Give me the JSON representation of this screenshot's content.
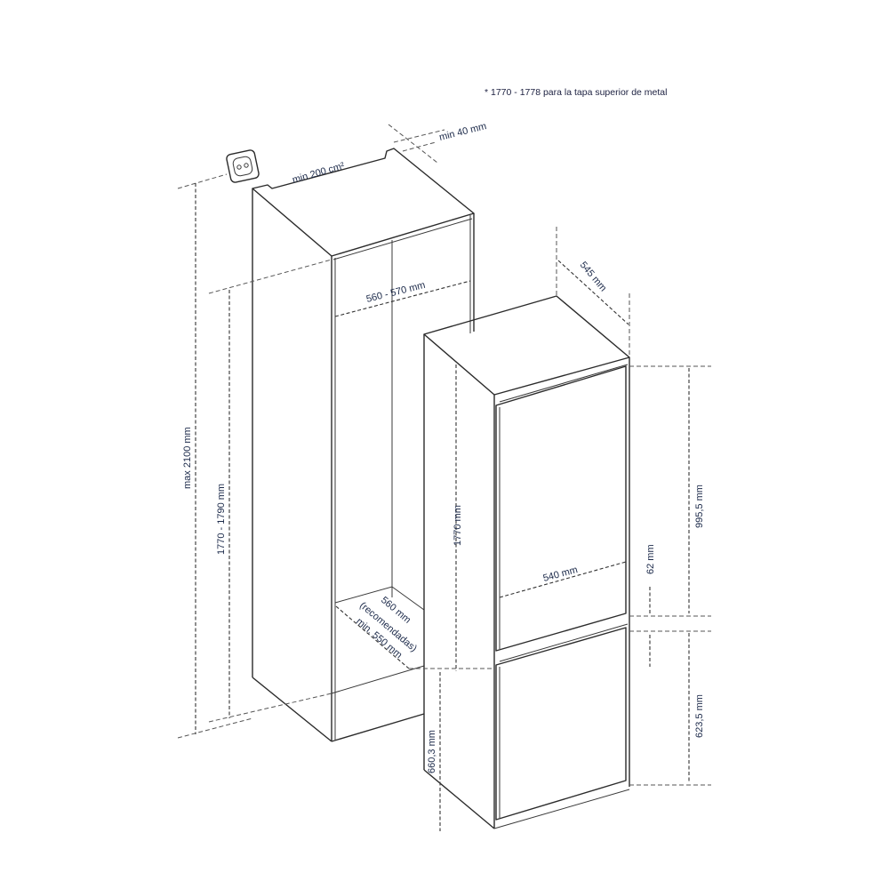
{
  "note": {
    "text": "* 1770 - 1778 para la tapa superior de metal"
  },
  "cabinet": {
    "labels": {
      "ventilation": "min 200 cm²",
      "top_gap": "min 40 mm",
      "inner_width": "560 - 570 mm",
      "max_height": "max 2100 mm",
      "niche_height": "1770 - 1790 mm",
      "niche_depth_line1": "560 mm",
      "niche_depth_line2": "(recomendadas)",
      "niche_depth_line3": "min. 550 mm"
    },
    "socket_icon": "power-socket-icon"
  },
  "appliance": {
    "labels": {
      "depth": "545 mm",
      "height": "1770 mm",
      "width": "540 mm",
      "upper_door": "995,5 mm",
      "gap": "62 mm",
      "lower_door": "623,5 mm",
      "lower_hinge": "660,3 mm"
    }
  },
  "colors": {
    "line": "#2b2b2b",
    "label_text": "#1c2a4a",
    "background": "#ffffff"
  }
}
